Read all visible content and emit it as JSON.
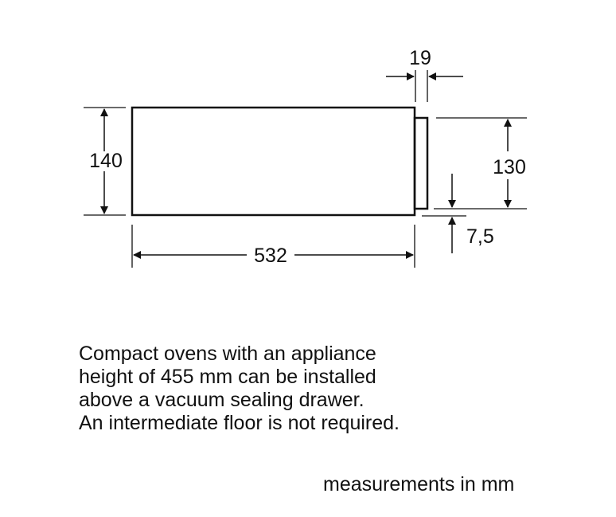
{
  "dimensions": {
    "depth": "532",
    "height": "140",
    "front_height": "130",
    "front_thickness": "19",
    "offset": "7,5"
  },
  "note_lines": [
    "Compact ovens with an appliance",
    "height of 455 mm can be installed",
    "above a vacuum sealing drawer.",
    "An intermediate floor is not required."
  ],
  "units_label": "measurements in mm"
}
